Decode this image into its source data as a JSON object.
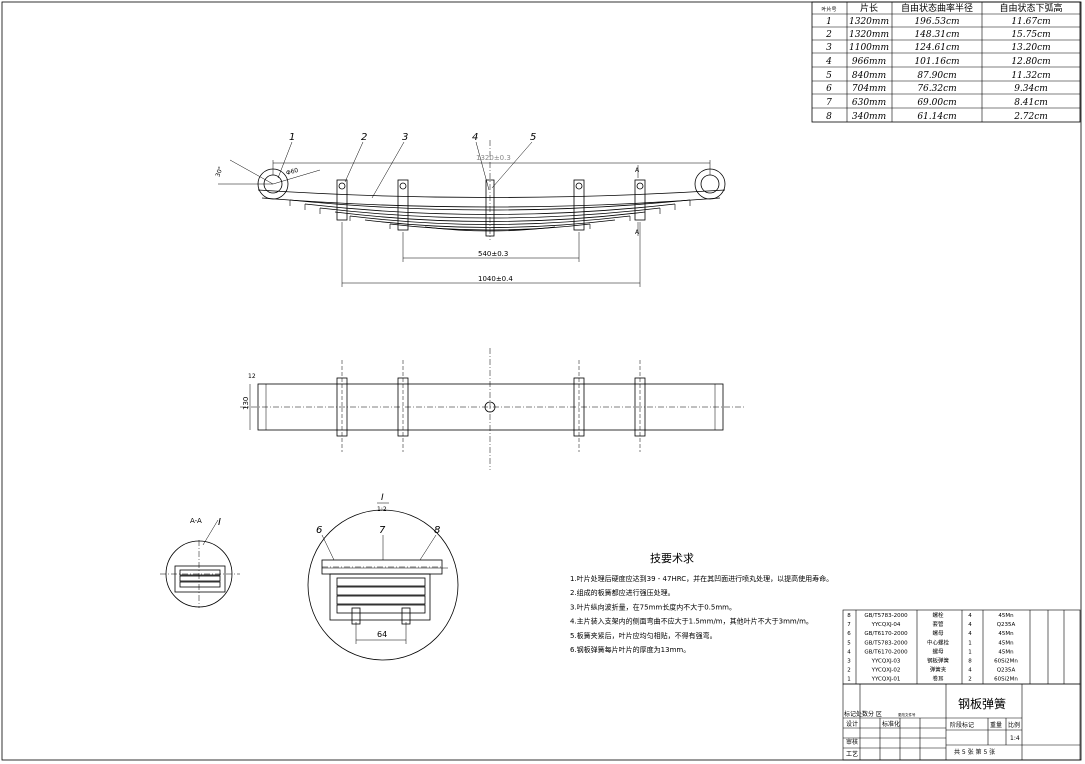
{
  "leaf_table": {
    "headers": [
      "叶片号",
      "片长",
      "自由状态曲率半径",
      "自由状态下弧高"
    ],
    "rows": [
      [
        "1",
        "1320mm",
        "196.53cm",
        "11.67cm"
      ],
      [
        "2",
        "1320mm",
        "148.31cm",
        "15.75cm"
      ],
      [
        "3",
        "1100mm",
        "124.61cm",
        "13.20cm"
      ],
      [
        "4",
        "966mm",
        "101.16cm",
        "12.80cm"
      ],
      [
        "5",
        "840mm",
        "87.90cm",
        "11.32cm"
      ],
      [
        "6",
        "704mm",
        "76.32cm",
        "9.34cm"
      ],
      [
        "7",
        "630mm",
        "69.00cm",
        "8.41cm"
      ],
      [
        "8",
        "340mm",
        "61.14cm",
        "2.72cm"
      ]
    ]
  },
  "front_view": {
    "callouts": [
      "1",
      "2",
      "3",
      "4",
      "5"
    ],
    "dim_total_length": "1320±0.3",
    "dim_clamp_spacing": "540±0.3",
    "dim_outer_spacing": "1040±0.4",
    "angle_label": "30°",
    "eye_dim": "Φ60",
    "section_mark": "A"
  },
  "top_view": {
    "dim_width": "130",
    "dim_small": "12"
  },
  "section_view": {
    "title": "A-A",
    "callout": "I"
  },
  "detail_view": {
    "title": "I",
    "scale": "1:2",
    "callouts": [
      "6",
      "7",
      "8"
    ],
    "dim_width": "64"
  },
  "tech_requirements": {
    "title": "技要术求",
    "items": [
      "1.叶片处理后硬度应达到39 - 47HRC，并在其凹面进行喷丸处理，以提高使用寿命。",
      "2.组成的板簧都应进行强压处理。",
      "3.叶片纵向波折量，在75mm长度内不大于0.5mm。",
      "4.主片装入支架内的侧面弯曲不应大于1.5mm/m，其他叶片不大于3mm/m。",
      "5.板簧夹紧后，叶片应均匀相贴，不得有强弯。",
      "6.钢板弹簧每片叶片的厚度为13mm。"
    ]
  },
  "parts_list": [
    [
      "8",
      "GB/T5783-2000",
      "螺栓",
      "4",
      "45Mn"
    ],
    [
      "7",
      "YYCQXJ-04",
      "套管",
      "4",
      "Q235A"
    ],
    [
      "6",
      "GB/T6170-2000",
      "螺母",
      "4",
      "45Mn"
    ],
    [
      "5",
      "GB/T5783-2000",
      "中心螺栓",
      "1",
      "45Mn"
    ],
    [
      "4",
      "GB/T6170-2000",
      "螺母",
      "1",
      "45Mn"
    ],
    [
      "3",
      "YYCQXJ-03",
      "钢板弹簧",
      "8",
      "60Si2Mn"
    ],
    [
      "2",
      "YYCQXJ-02",
      "弹簧夹",
      "4",
      "Q235A"
    ],
    [
      "1",
      "YYCQXJ-01",
      "卷耳",
      "2",
      "60Si2Mn"
    ]
  ],
  "title_block": {
    "drawing_title": "钢板弹簧",
    "mark_row": "标记处数分  区",
    "mark_extra": "更改文件号",
    "design": "设计",
    "standardization": "标准化",
    "stage_mark": "阶段标记",
    "weight": "重量",
    "scale_label": "比例",
    "scale_value": "1:4",
    "review": "审核",
    "process": "工艺",
    "sheet_info": "共 5 张 第 5 张"
  }
}
